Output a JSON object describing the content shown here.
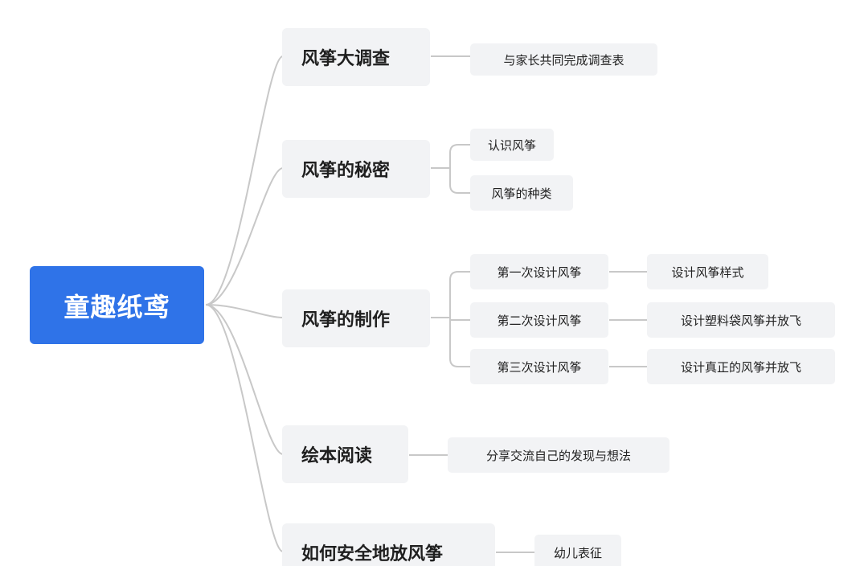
{
  "mindmap": {
    "root": {
      "label": "童趣纸鸢"
    },
    "branches": [
      {
        "label": "风筝大调查",
        "children": [
          {
            "label": "与家长共同完成调查表"
          }
        ]
      },
      {
        "label": "风筝的秘密",
        "children": [
          {
            "label": "认识风筝"
          },
          {
            "label": "风筝的种类"
          }
        ]
      },
      {
        "label": "风筝的制作",
        "children": [
          {
            "label": "第一次设计风筝",
            "child": "设计风筝样式"
          },
          {
            "label": "第二次设计风筝",
            "child": "设计塑料袋风筝并放飞"
          },
          {
            "label": "第三次设计风筝",
            "child": "设计真正的风筝并放飞"
          }
        ]
      },
      {
        "label": "绘本阅读",
        "children": [
          {
            "label": "分享交流自己的发现与想法"
          }
        ]
      },
      {
        "label": "如何安全地放风筝",
        "children": [
          {
            "label": "幼儿表征"
          }
        ]
      }
    ]
  },
  "colors": {
    "root_bg": "#2f73e8",
    "node_bg": "#f2f3f5",
    "connector": "#c8c8c8"
  }
}
